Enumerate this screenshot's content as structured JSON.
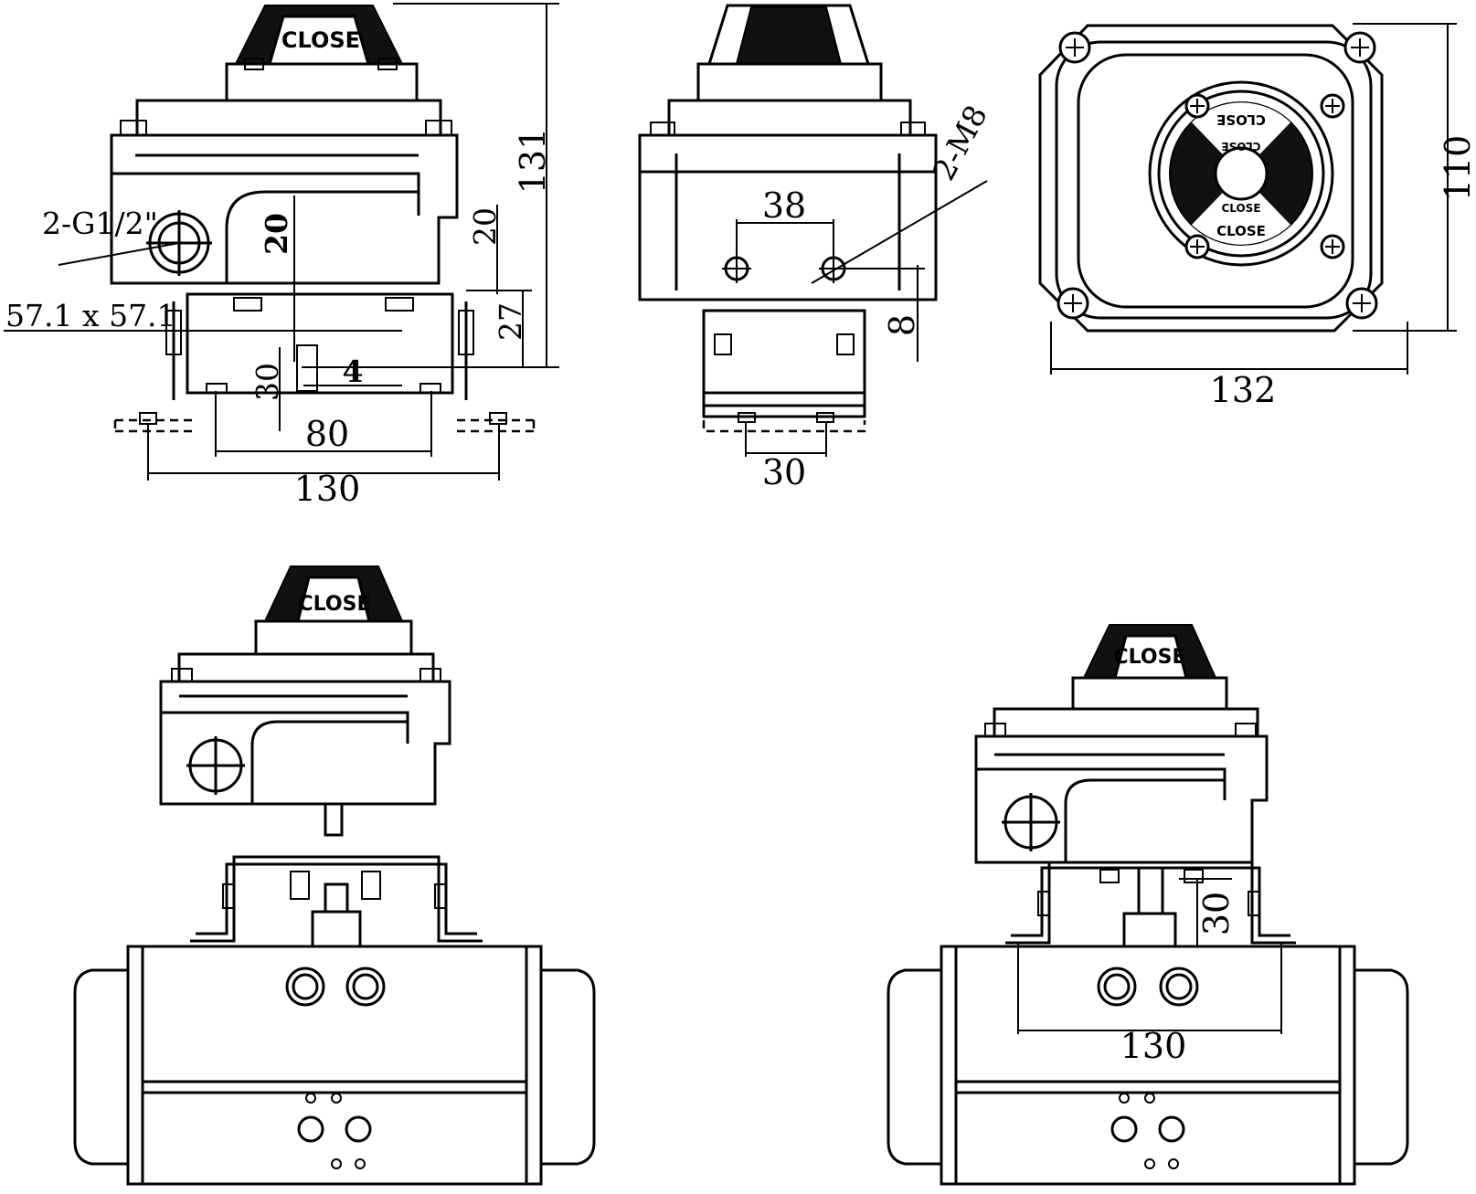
{
  "labels": {
    "cap": "CLOSE",
    "cap_small": "CLOSE",
    "thread": "2-G1/2\"",
    "shaft_square": "57.1 x 57.1",
    "bolt": "2-M8"
  },
  "dimensions": {
    "front_height": "131",
    "front_20_inner": "20",
    "front_20_side": "20",
    "front_27": "27",
    "front_30": "30",
    "front_4": "4",
    "front_80": "80",
    "front_130": "130",
    "side_38": "38",
    "side_8": "8",
    "side_30": "30",
    "top_width": "132",
    "top_height": "110",
    "assembly_30": "30",
    "assembly_130": "130"
  }
}
